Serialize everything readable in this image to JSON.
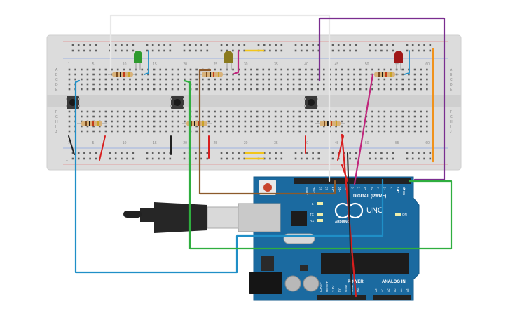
{
  "breadboard": {
    "rows_left": [
      "A",
      "B",
      "C",
      "D",
      "E",
      "F",
      "G",
      "H",
      "I",
      "J"
    ],
    "rows_right": [
      "A",
      "B",
      "C",
      "D",
      "E",
      "F",
      "G",
      "H",
      "I",
      "J"
    ],
    "col_numbers_top": [
      "1",
      "5",
      "10",
      "15",
      "20",
      "25",
      "30",
      "35",
      "40",
      "45",
      "50",
      "55",
      "60"
    ],
    "col_numbers_bottom": [
      "1",
      "5",
      "10",
      "15",
      "20",
      "25",
      "30",
      "35",
      "40",
      "45",
      "50",
      "55",
      "60"
    ],
    "rail_plus": "+",
    "rail_minus": "-"
  },
  "leds": [
    {
      "color": "#2e9a2e",
      "name": "green"
    },
    {
      "color": "#8a7a1f",
      "name": "yellow"
    },
    {
      "color": "#a01818",
      "name": "red"
    }
  ],
  "arduino": {
    "brand": "ARDUINO",
    "model": "UNO",
    "digital_header": "DIGITAL (PWM~)",
    "power_header": "POWER",
    "analog_header": "ANALOG IN",
    "pin_labels_top": [
      "AREF",
      "GND",
      "13",
      "12",
      "~11",
      "~10",
      "~9",
      "8",
      "7",
      "~6",
      "~5",
      "4",
      "~3",
      "2",
      "TX▶1",
      "RX◀0"
    ],
    "pin_labels_power": [
      "IOREF",
      "RESET",
      "3.3V",
      "5V",
      "GND",
      "GND",
      "Vin"
    ],
    "pin_labels_analog": [
      "A0",
      "A1",
      "A2",
      "A3",
      "A4",
      "A5"
    ],
    "led_labels": [
      "L",
      "TX",
      "RX",
      "ON"
    ]
  },
  "wire_colors": {
    "white": "#e8e8e8",
    "purple": "#7a2d8f",
    "brown": "#8c5a2b",
    "magenta": "#c0267c",
    "blue": "#1f8fc7",
    "green": "#2fae3f",
    "red": "#d81e1e",
    "black": "#222222",
    "orange": "#f0921c",
    "yellow": "#f2c51a"
  }
}
